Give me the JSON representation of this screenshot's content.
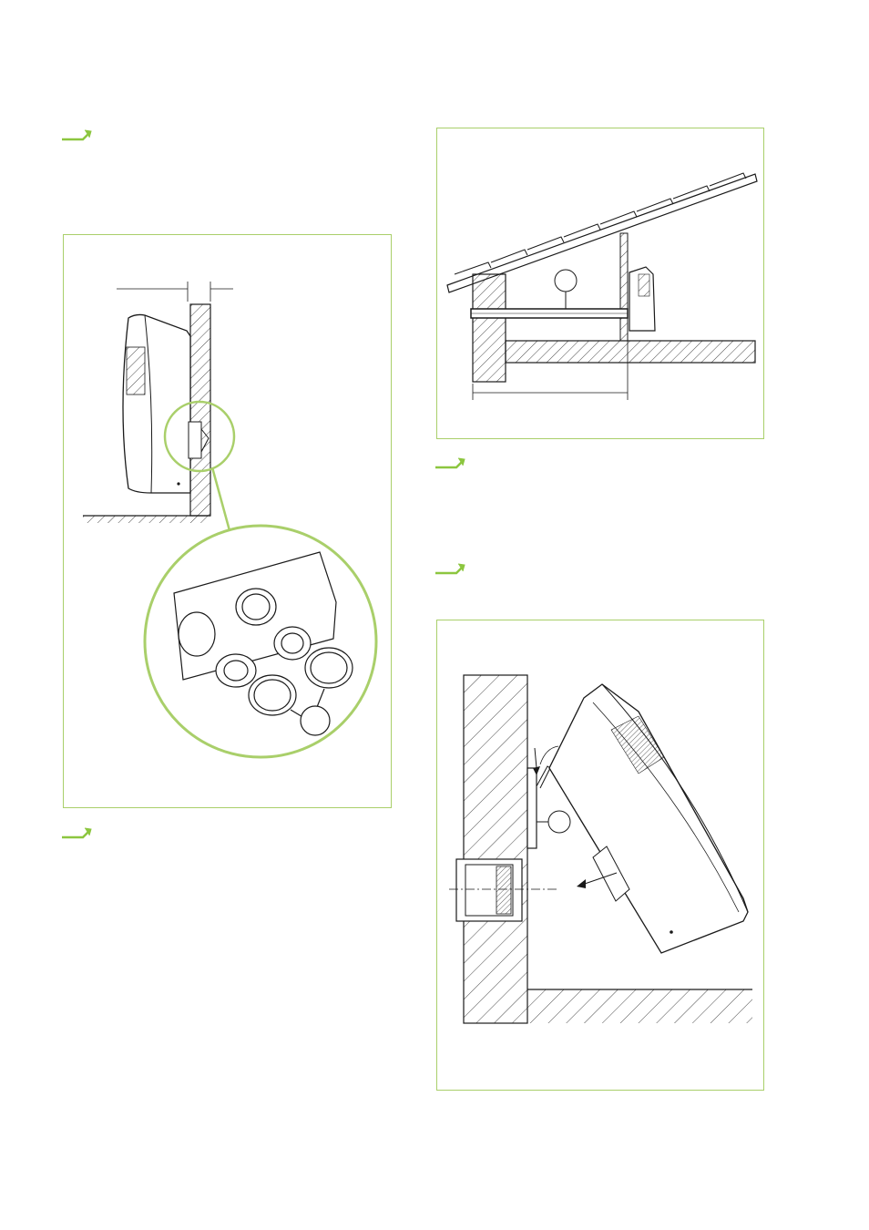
{
  "page": {
    "title": "",
    "accent_color": "#8cc63f",
    "frame_color": "#a9cf6a",
    "line_color": "#1a1a1a"
  },
  "figures": [
    {
      "name": "wall-mount-side-view",
      "callout_label": ""
    },
    {
      "name": "roof-duct-section",
      "callout_label": ""
    },
    {
      "name": "unit-hanging-on-bracket",
      "callout_label": ""
    }
  ],
  "steps": [
    {
      "icon": "step-arrow-icon",
      "text": ""
    },
    {
      "icon": "step-arrow-icon",
      "text": ""
    },
    {
      "icon": "step-arrow-icon",
      "text": ""
    },
    {
      "icon": "step-arrow-icon",
      "text": ""
    }
  ]
}
